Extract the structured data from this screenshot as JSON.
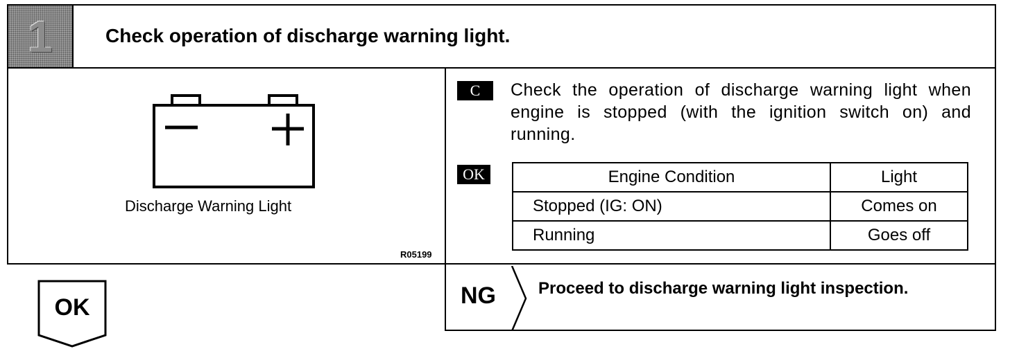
{
  "step": {
    "number": "1",
    "title": "Check operation of discharge warning light."
  },
  "figure": {
    "caption": "Discharge Warning Light",
    "id": "R05199"
  },
  "check": {
    "tag": "C",
    "text": "Check the operation of discharge warning light when engine is stopped (with the ignition switch on) and running."
  },
  "ok_criteria": {
    "tag": "OK",
    "table": {
      "headers": [
        "Engine Condition",
        "Light"
      ],
      "rows": [
        [
          "Stopped (IG: ON)",
          "Comes on"
        ],
        [
          "Running",
          "Goes off"
        ]
      ]
    }
  },
  "ng": {
    "label": "NG",
    "text": "Proceed to discharge warning light inspection."
  },
  "ok_result": {
    "label": "OK"
  }
}
